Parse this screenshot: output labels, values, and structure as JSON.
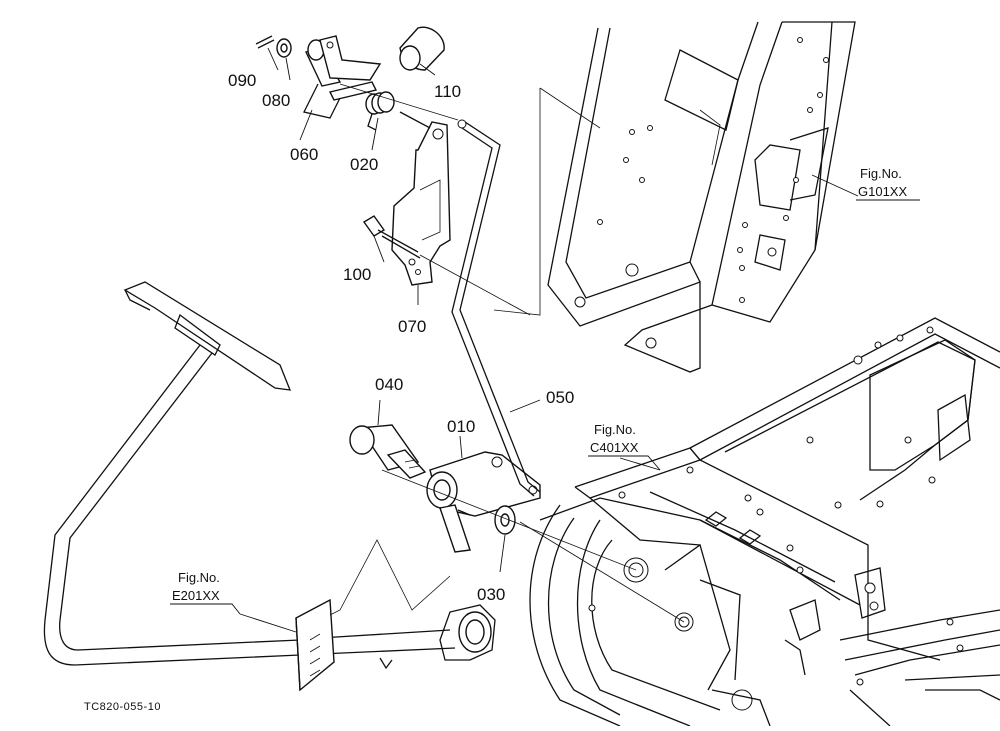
{
  "diagram": {
    "part_labels": [
      {
        "id": "p090",
        "text": "090"
      },
      {
        "id": "p080",
        "text": "080"
      },
      {
        "id": "p110",
        "text": "110"
      },
      {
        "id": "p060",
        "text": "060"
      },
      {
        "id": "p020",
        "text": "020"
      },
      {
        "id": "p100",
        "text": "100"
      },
      {
        "id": "p070",
        "text": "070"
      },
      {
        "id": "p040",
        "text": "040"
      },
      {
        "id": "p010",
        "text": "010"
      },
      {
        "id": "p050",
        "text": "050"
      },
      {
        "id": "p030",
        "text": "030"
      }
    ],
    "figure_refs": [
      {
        "id": "g101",
        "heading": "Fig.No.",
        "code": "G101XX"
      },
      {
        "id": "c401",
        "heading": "Fig.No.",
        "code": "C401XX"
      },
      {
        "id": "e201",
        "heading": "Fig.No.",
        "code": "E201XX"
      }
    ],
    "drawing_code": "TC820-055-10",
    "line_color": "#111111",
    "background_color": "#ffffff"
  }
}
